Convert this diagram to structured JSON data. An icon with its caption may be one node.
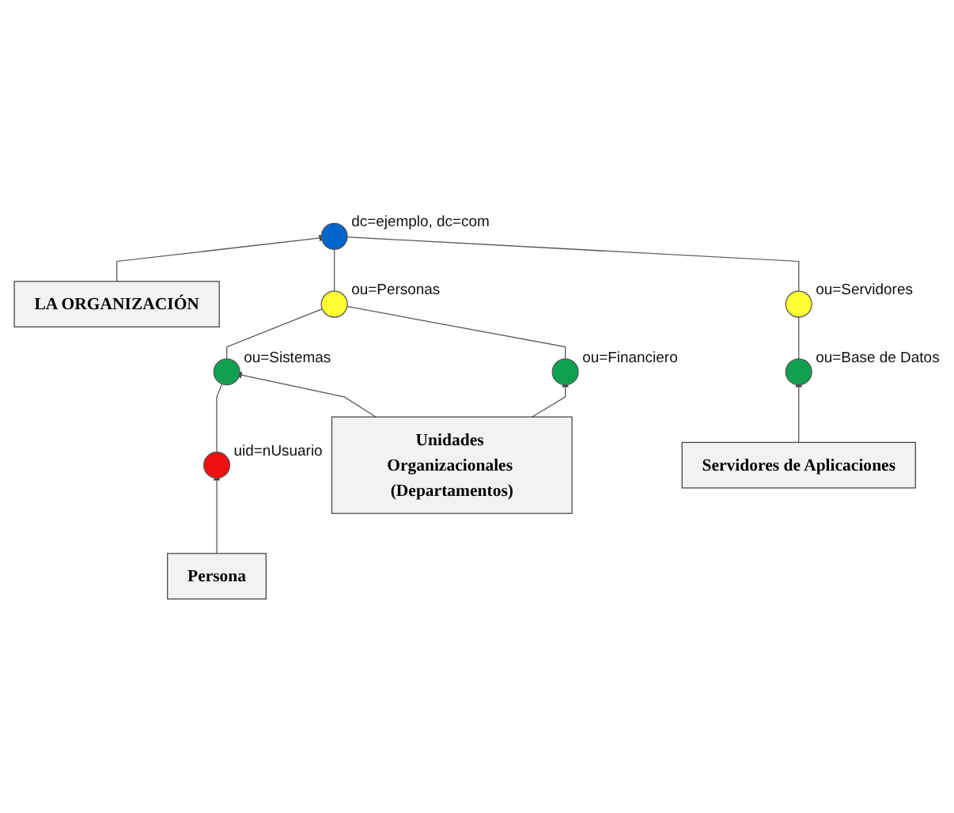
{
  "diagram": {
    "nodes": [
      {
        "text": [
          "LA ORGANIZACIÓN"
        ]
      },
      {
        "text": [],
        "shape": "circle",
        "beside": [
          "dc=ejemplo, dc=com"
        ]
      },
      {
        "text": [],
        "shape": "circle",
        "beside": [
          "ou=Personas"
        ]
      },
      {
        "text": [],
        "shape": "circle",
        "beside": [
          "ou=Servidores"
        ]
      },
      {
        "text": [],
        "shape": "circle",
        "beside": [
          "ou=Sistemas"
        ]
      },
      {
        "text": [],
        "shape": "circle",
        "beside": [
          "ou=Financiero"
        ]
      },
      {
        "text": [],
        "shape": "circle",
        "beside": [
          "ou=Base de Datos"
        ]
      },
      {
        "text": [
          "Servidores de Aplicaciones"
        ]
      },
      {
        "text": [
          "Unidades Organizacionales (Departamentos)"
        ]
      },
      {
        "text": [],
        "shape": "circle",
        "beside": [
          "uid=nUsuario"
        ]
      },
      {
        "text": [
          "Persona"
        ]
      }
    ],
    "edges": [
      {
        "from": 0,
        "to": 1,
        "arrow": "to"
      },
      {
        "from": 1,
        "to": 2,
        "arrow": "none"
      },
      {
        "from": 1,
        "to": 3,
        "arrow": "none"
      },
      {
        "from": 2,
        "to": 4,
        "arrow": "none"
      },
      {
        "from": 2,
        "to": 5,
        "arrow": "none"
      },
      {
        "from": 3,
        "to": 6,
        "arrow": "none"
      },
      {
        "from": 4,
        "to": 9,
        "arrow": "none"
      },
      {
        "from": 8,
        "to": 4,
        "arrow": "to"
      },
      {
        "from": 8,
        "to": 5,
        "arrow": "to"
      },
      {
        "from": 7,
        "to": 6,
        "arrow": "to"
      },
      {
        "from": 10,
        "to": 9,
        "arrow": "to"
      }
    ]
  }
}
